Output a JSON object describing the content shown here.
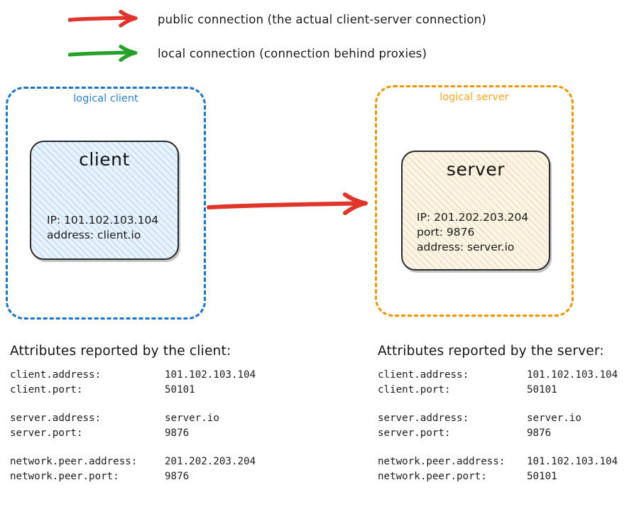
{
  "legend": {
    "items": [
      {
        "icon": "arrow-right-icon",
        "color": "#e0352b",
        "label": "public connection (the actual client-server connection)"
      },
      {
        "icon": "arrow-right-icon",
        "color": "#27a12a",
        "label": "local connection (connection behind proxies)"
      }
    ]
  },
  "diagram": {
    "connection": {
      "icon": "arrow-right-icon",
      "kind": "public",
      "color": "#e0352b"
    },
    "client_group": {
      "label": "logical client",
      "border_color": "#1a73c8",
      "node": {
        "title": "client",
        "fill": "#e9f3fd",
        "lines": [
          "IP: 101.102.103.104",
          "address: client.io"
        ]
      }
    },
    "server_group": {
      "label": "logical server",
      "border_color": "#f29400",
      "node": {
        "title": "server",
        "fill": "#fdf5e7",
        "lines": [
          "IP: 201.202.203.204",
          "port: 9876",
          "address: server.io"
        ]
      }
    }
  },
  "attributes": {
    "client_panel": {
      "heading": "Attributes reported by the client:",
      "groups": [
        [
          {
            "key": "client.address:",
            "value": "101.102.103.104"
          },
          {
            "key": "client.port:",
            "value": "50101"
          }
        ],
        [
          {
            "key": "server.address:",
            "value": "server.io"
          },
          {
            "key": "server.port:",
            "value": "9876"
          }
        ],
        [
          {
            "key": "network.peer.address:",
            "value": "201.202.203.204"
          },
          {
            "key": "network.peer.port:",
            "value": "9876"
          }
        ]
      ]
    },
    "server_panel": {
      "heading": "Attributes reported by the server:",
      "groups": [
        [
          {
            "key": "client.address:",
            "value": "101.102.103.104"
          },
          {
            "key": "client.port:",
            "value": "50101"
          }
        ],
        [
          {
            "key": "server.address:",
            "value": "server.io"
          },
          {
            "key": "server.port:",
            "value": "9876"
          }
        ],
        [
          {
            "key": "network.peer.address:",
            "value": "101.102.103.104"
          },
          {
            "key": "network.peer.port:",
            "value": "50101"
          }
        ]
      ]
    }
  }
}
